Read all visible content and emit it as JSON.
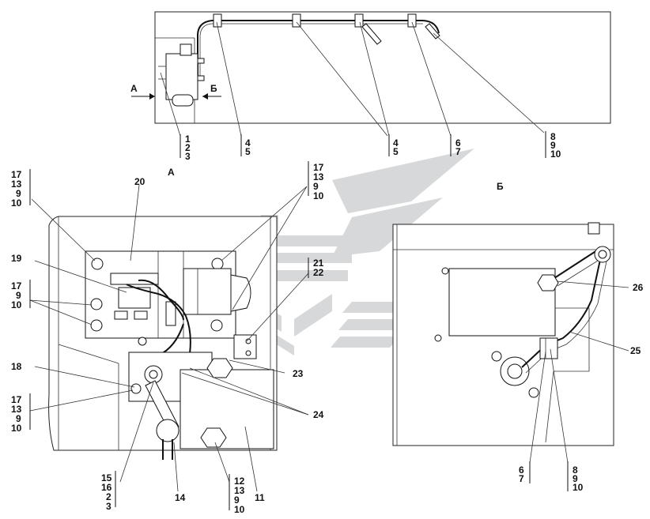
{
  "views": {
    "a": "А",
    "b": "Б"
  },
  "arrows": {
    "a": "А",
    "b": "Б"
  },
  "top_callouts": [
    [
      "1",
      "2",
      "3"
    ],
    [
      "4",
      "5"
    ],
    [
      "4",
      "5"
    ],
    [
      "6",
      "7"
    ],
    [
      "8",
      "9",
      "10"
    ]
  ],
  "view_a_labels": {
    "c_left_top": [
      "17",
      "13",
      "9",
      "10"
    ],
    "c_right_top": [
      "17",
      "13",
      "9",
      "10"
    ],
    "c_left_mid": [
      "17",
      "9",
      "10"
    ],
    "c_left_low": [
      "17",
      "13",
      "9",
      "10"
    ],
    "c_21_22": [
      "21",
      "22"
    ],
    "c_bottom_left": [
      "15",
      "16",
      "2",
      "3"
    ],
    "c_bottom_mid": [
      "12",
      "13",
      "9",
      "10"
    ],
    "n20": "20",
    "n19": "19",
    "n18": "18",
    "n23": "23",
    "n24": "24",
    "n14": "14",
    "n11": "11"
  },
  "view_b_labels": {
    "n26": "26",
    "n25": "25",
    "c_bottom_left": [
      "6",
      "7"
    ],
    "c_bottom_right": [
      "8",
      "9",
      "10"
    ]
  }
}
